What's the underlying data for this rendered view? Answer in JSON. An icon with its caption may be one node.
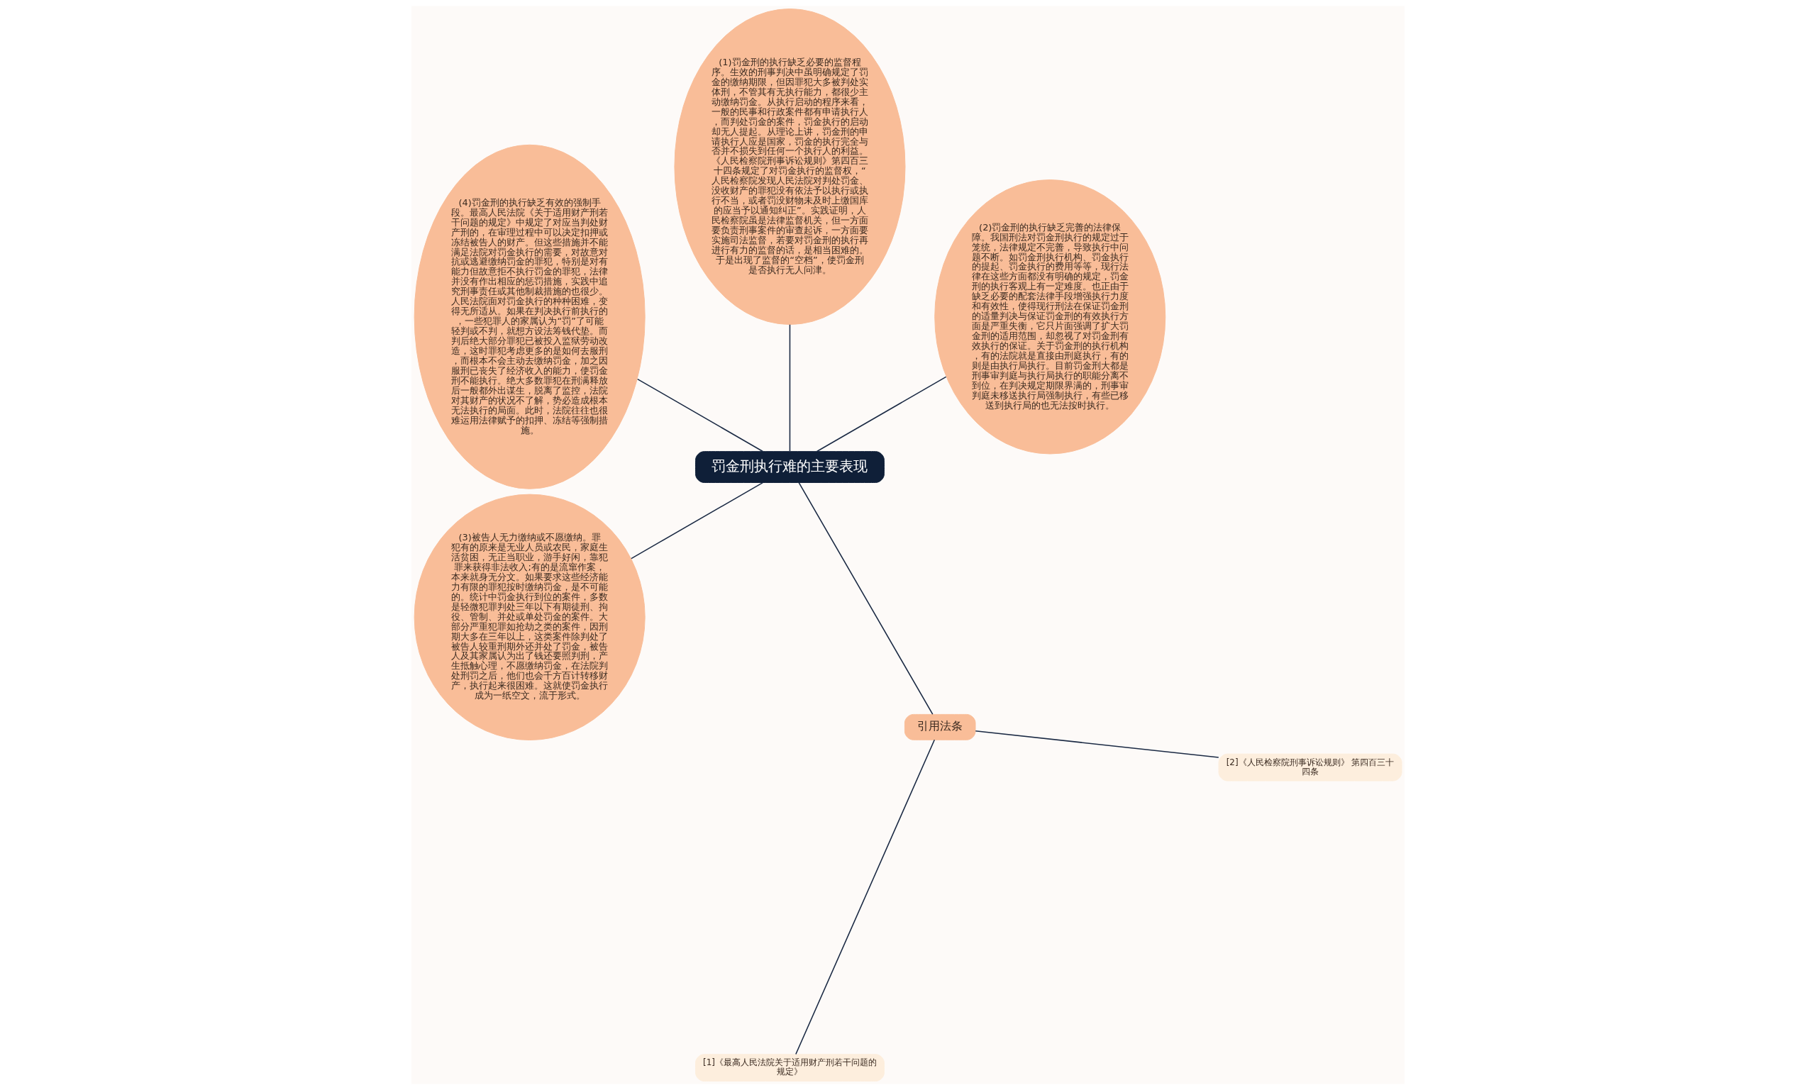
{
  "diagram": {
    "nodes": [
      {
        "text": [
          "罚金刑执行难的主要表现"
        ]
      },
      {
        "text": [
          "(2)罚金刑的执行缺乏完善的法律保障。我国刑法对罚金刑执行的规定过于笼统，法律规定不完善，导致执行中问题不断。如罚金刑执行机构、罚金执行的提起、罚金执行的费用等等，现行法律在这些方面都没有明确的规定，罚金刑的执行客观上有一定难度。也正由于缺乏必要的配套法律手段增强执行力度和有效性，使得现行刑法在保证罚金刑的适量判决与保证罚金刑的有效执行方面是严重失衡，它只片面强调了扩大罚金刑的适用范围，却忽视了对罚金刑有效执行的保证。关于罚金刑的执行机构，有的法院就是直接由刑庭执行，有的则是由执行局执行。目前罚金刑大都是刑事审判庭与执行局执行的职能分离不到位，在判决规定期限界满的，刑事审判庭未移送执行局强制执行，有些已移送到执行局的也无法按时执行。"
        ]
      },
      {
        "text": [
          "(1)罚金刑的执行缺乏必要的监督程序。生效的刑事判决中虽明确规定了罚金的缴纳期限，但因罪犯大多被判处实体刑，不管其有无执行能力，都很少主动缴纳罚金。从执行启动的程序来看，一般的民事和行政案件都有申请执行人，而判处罚金的案件，罚金执行的启动却无人提起。从理论上讲，罚金刑的申请执行人应是国家，罚金的执行完全与否并不损失到任何一个执行人的利益。《人民检察院刑事诉讼规则》第四百三十四条规定了对罚金执行的监督权，“人民检察院发现人民法院对判处罚金、没收财产的罪犯没有依法予以执行或执行不当，或者罚没财物未及时上缴国库的应当予以通知纠正”。实践证明，人民检察院虽是法律监督机关，但一方面要负责刑事案件的审查起诉，一方面要实施司法监督，若要对罚金刑的执行再进行有力的监督的话，是相当困难的。于是出现了监督的“空档”，使罚金刑是否执行无人问津。"
        ]
      },
      {
        "text": [
          "(4)罚金刑的执行缺乏有效的强制手段。最高人民法院《关于适用财产刑若干问题的规定》中规定了对应当判处财产刑的，在审理过程中可以决定扣押或冻结被告人的财产。但这些措施并不能满足法院对罚金执行的需要，对故意对抗或逃避缴纳罚金的罪犯，特别是对有能力但故意拒不执行罚金的罪犯，法律并没有作出相应的惩罚措施，实践中追究刑事责任或其他制裁措施的也很少。人民法院面对罚金执行的种种困难，变得无所适从。如果在判决执行前执行的，一些犯罪人的家属认为“罚”了可能轻判或不判，就想方设法筹钱代垫。而判后绝大部分罪犯已被投入监狱劳动改造，这时罪犯考虑更多的是如何去服刑，而根本不会主动去缴纳罚金，加之因服刑已丧失了经济收入的能力，使罚金刑不能执行。绝大多数罪犯在刑满释放后一般都外出谋生，脱离了监控，法院对其财产的状况不了解，势必造成根本无法执行的局面。此时，法院往往也很难运用法律赋予的扣押、冻结等强制措施。"
        ]
      },
      {
        "text": [
          "(3)被告人无力缴纳或不愿缴纳。罪犯有的原来是无业人员或农民，家庭生活贫困，无正当职业，游手好闲，靠犯罪来获得非法收入;有的是流窜作案，本来就身无分文。如果要求这些经济能力有限的罪犯按时缴纳罚金，是不可能的。统计中罚金执行到位的案件，多数是轻微犯罪判处三年以下有期徒刑、拘役、管制、并处或单处罚金的案件。大部分严重犯罪如抢劫之类的案件，因刑期大多在三年以上，这类案件除判处了被告人较重刑期外还并处了罚金，被告人及其家属认为出了钱还要照判刑，产生抵触心理，不愿缴纳罚金，在法院判处刑罚之后，他们也会千方百计转移财产，执行起来很困难。这就使罚金执行成为一纸空文，流于形式。"
        ]
      },
      {
        "text": [
          "引用法条"
        ]
      },
      {
        "text": [
          "[1]《最高人民法院关于适用财产刑若干问题的规定》"
        ]
      },
      {
        "text": [
          "[2]《人民检察院刑事诉讼规则》 第四百三十四条"
        ]
      }
    ],
    "edges": [
      {
        "from": 0,
        "to": 1,
        "arrow": "none"
      },
      {
        "from": 0,
        "to": 2,
        "arrow": "none"
      },
      {
        "from": 0,
        "to": 3,
        "arrow": "none"
      },
      {
        "from": 0,
        "to": 4,
        "arrow": "none"
      },
      {
        "from": 0,
        "to": 5,
        "arrow": "none"
      },
      {
        "from": 5,
        "to": 6,
        "arrow": "none"
      },
      {
        "from": 5,
        "to": 7,
        "arrow": "none"
      }
    ]
  }
}
